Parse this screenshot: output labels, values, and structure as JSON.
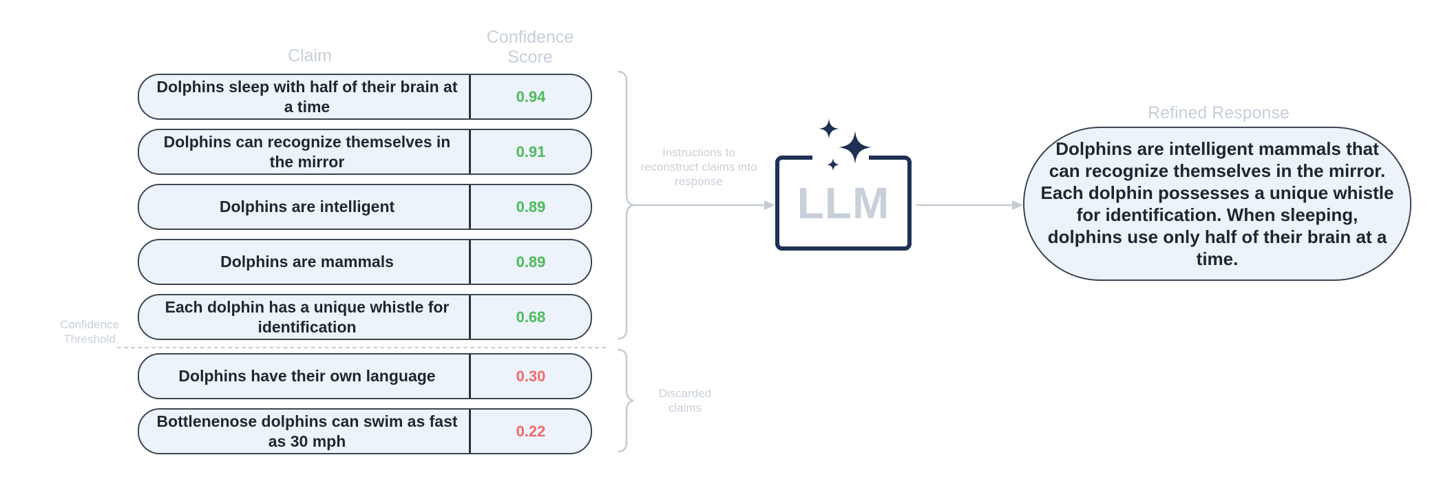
{
  "headers": {
    "claim": "Claim",
    "score": "Confidence Score",
    "refined": "Refined Response"
  },
  "claims": [
    {
      "text": "Dolphins sleep with half of their brain at a time",
      "score": "0.94",
      "status": "kept"
    },
    {
      "text": "Dolphins can recognize themselves in the mirror",
      "score": "0.91",
      "status": "kept"
    },
    {
      "text": "Dolphins are intelligent",
      "score": "0.89",
      "status": "kept"
    },
    {
      "text": "Dolphins are mammals",
      "score": "0.89",
      "status": "kept"
    },
    {
      "text": "Each dolphin has a unique whistle for identification",
      "score": "0.68",
      "status": "kept"
    },
    {
      "text": "Dolphins have their own language",
      "score": "0.30",
      "status": "discarded"
    },
    {
      "text": "Bottlenenose dolphins can swim as fast as 30 mph",
      "score": "0.22",
      "status": "discarded"
    }
  ],
  "threshold_label": "Confidence Threshold",
  "instructions_label": "Instructions to reconstruct claims into response",
  "discarded_label": "Discarded claims",
  "llm_label": "LLM",
  "refined_response": "Dolphins are intelligent mammals that can recognize themselves in the mirror. Each dolphin possesses a unique whistle for identification. When sleeping, dolphins use only half of their brain at a time.",
  "colors": {
    "score_high": "#4cbb5a",
    "score_low": "#ef6b6b",
    "llm_frame": "#1e3154",
    "box_fill": "#edf3fb",
    "connector": "#c5ccd5"
  },
  "icons": {
    "sparkles": "sparkles-icon"
  }
}
